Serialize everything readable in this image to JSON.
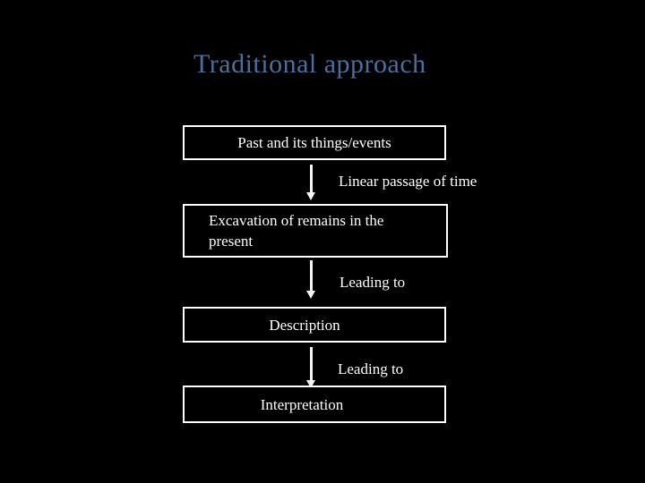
{
  "slide": {
    "background_color": "#000000",
    "title": {
      "text": "Traditional approach",
      "color": "#4c6e9e"
    },
    "flow": {
      "border_color": "#ffffff",
      "text_color": "#ffffff",
      "boxes": [
        {
          "id": "past",
          "text": "Past and its things/events"
        },
        {
          "id": "excavation",
          "text": "Excavation of remains in the present"
        },
        {
          "id": "description",
          "text": "Description"
        },
        {
          "id": "interpretation",
          "text": "Interpretation"
        }
      ],
      "connector_labels": [
        "Linear passage of time",
        "Leading to",
        "Leading to"
      ]
    }
  }
}
